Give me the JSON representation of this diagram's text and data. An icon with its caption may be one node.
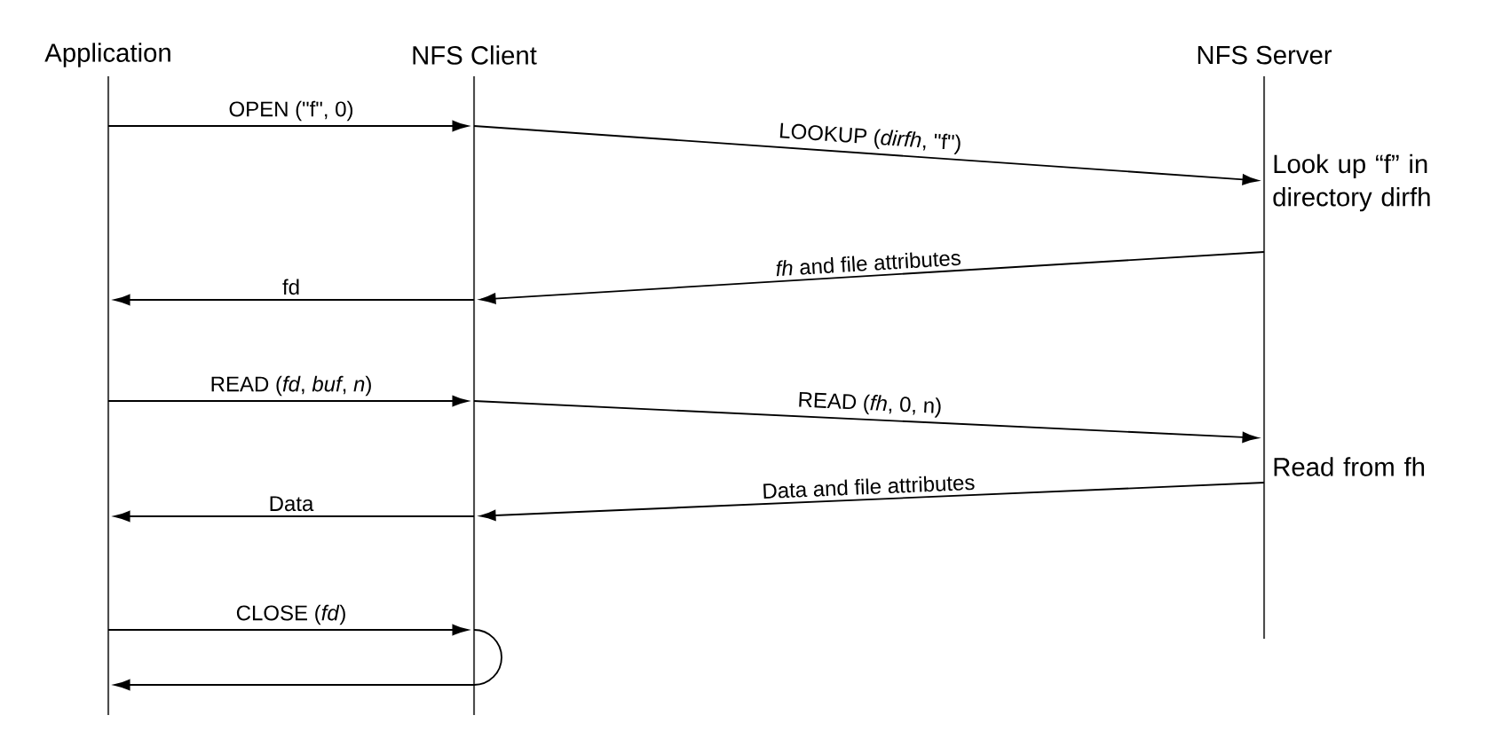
{
  "diagram": {
    "nodes": [
      {
        "text": [],
        "shape": "line",
        "beside": [
          "Application"
        ]
      },
      {
        "text": [],
        "shape": "line",
        "beside": [
          "NFS Client"
        ]
      },
      {
        "text": [],
        "shape": "line",
        "beside": [
          "NFS Server"
        ]
      }
    ],
    "edges": [
      {
        "from": 0,
        "to": 1,
        "arrow": "to",
        "label": "OPEN (\"f\", 0)"
      },
      {
        "from": 1,
        "to": 2,
        "arrow": "to",
        "label": "LOOKUP (*dirfh*, \"f\")"
      },
      {
        "from": 2,
        "to": 1,
        "arrow": "to",
        "label": "*fh* and file attributes"
      },
      {
        "from": 1,
        "to": 0,
        "arrow": "to",
        "label": "fd"
      },
      {
        "from": 0,
        "to": 1,
        "arrow": "to",
        "label": "READ (*fd*, *buf*, *n*)"
      },
      {
        "from": 1,
        "to": 2,
        "arrow": "to",
        "label": "READ (*fh*, 0, n)"
      },
      {
        "from": 2,
        "to": 1,
        "arrow": "to",
        "label": "Data and file attributes"
      },
      {
        "from": 1,
        "to": 0,
        "arrow": "to",
        "label": "Data"
      },
      {
        "from": 0,
        "to": 1,
        "arrow": "to",
        "label": "CLOSE (*fd*)"
      },
      {
        "from": 1,
        "to": 0,
        "arrow": "to"
      }
    ],
    "labels": [
      "Look up “f” in directory dirfh",
      "Read from fh"
    ]
  }
}
